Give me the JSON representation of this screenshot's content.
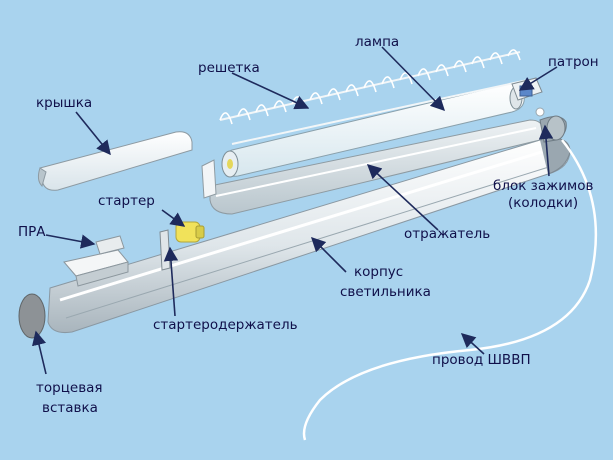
{
  "labels": {
    "lamp": "лампа",
    "grid": "решетка",
    "socket": "патрон",
    "cover": "крышка",
    "terminal_block_1": "блок зажимов",
    "terminal_block_2": "(колодки)",
    "starter": "стартер",
    "ballast": "ПРА",
    "reflector": "отражатель",
    "housing_1": "корпус",
    "housing_2": "светильника",
    "starter_holder": "стартеродержатель",
    "wire": "провод ШВВП",
    "end_insert_1": "торцевая",
    "end_insert_2": "вставка"
  },
  "colors": {
    "background": "#a9d3ee",
    "arrow": "#1e2a5c",
    "label_text": "#10104a"
  }
}
